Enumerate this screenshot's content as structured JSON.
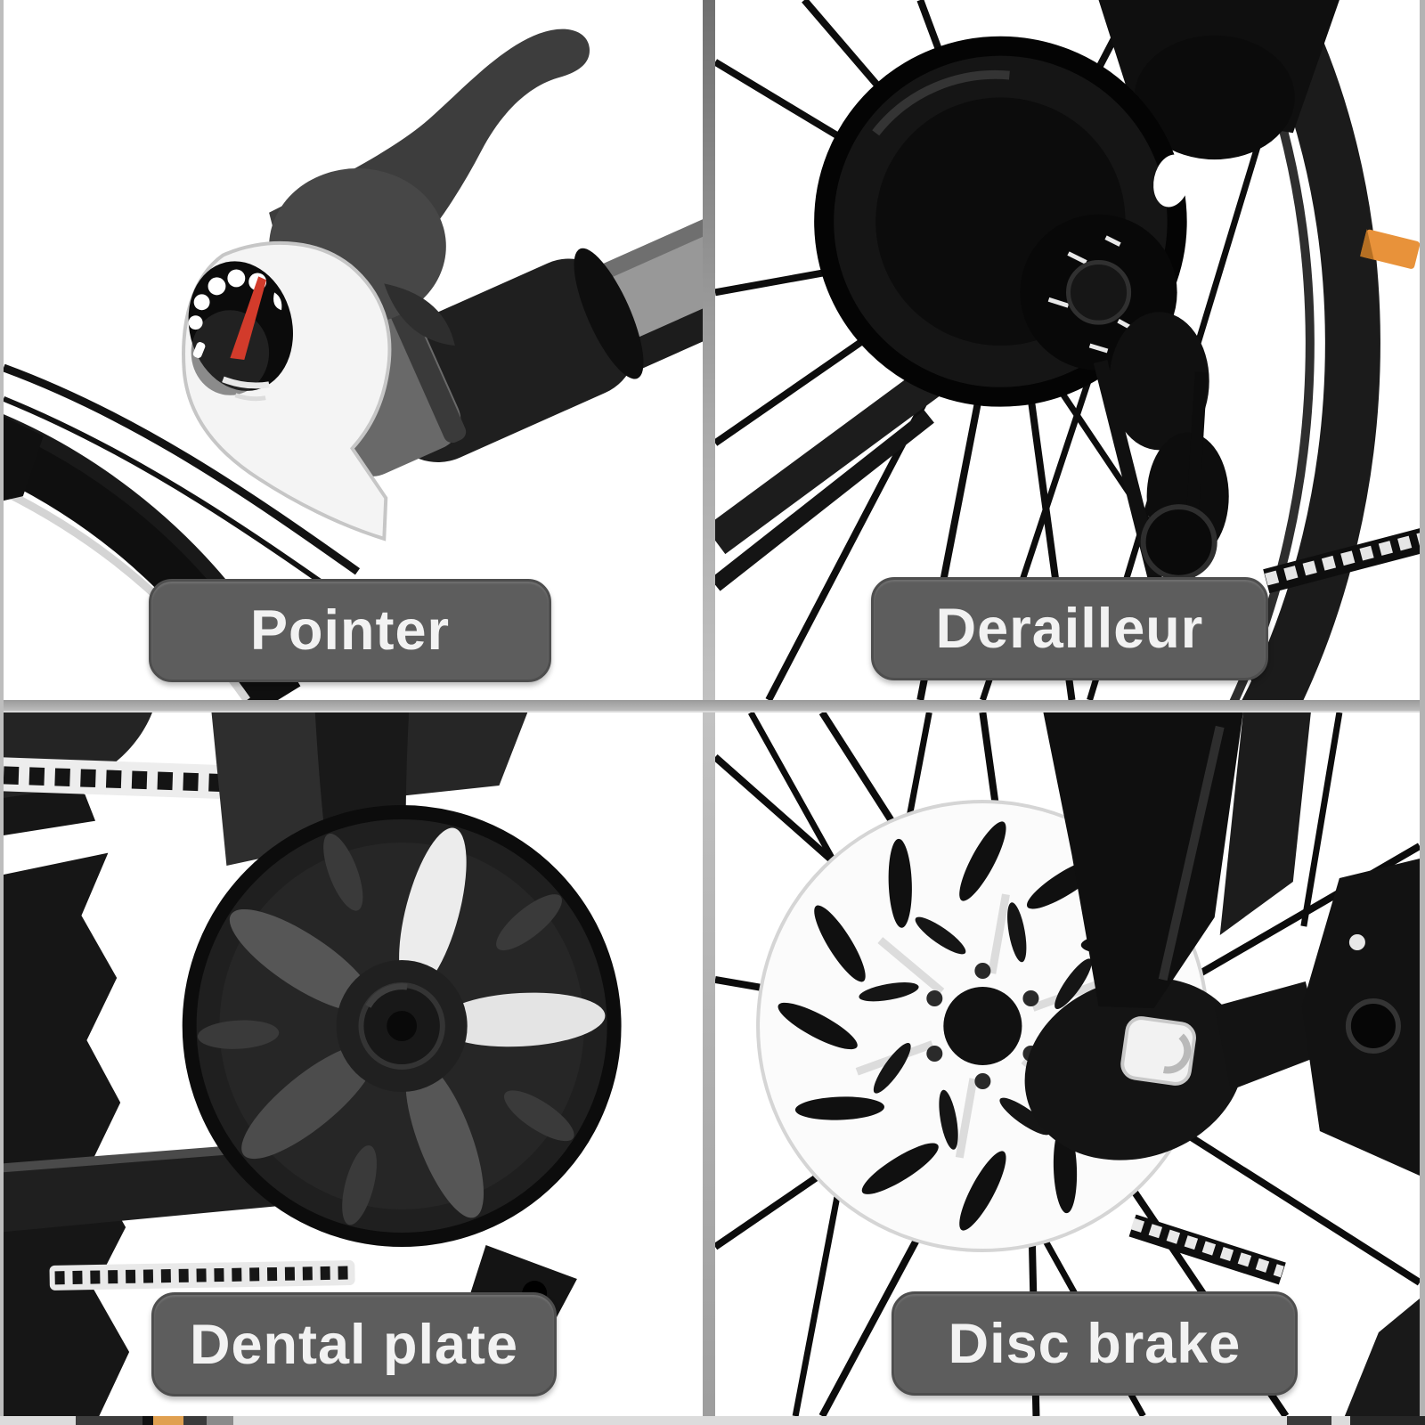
{
  "image_title": "Bicycle component details collage",
  "style": {
    "background": "#ffffff",
    "divider_color": "#aaaaaa",
    "edge_color": "#bdbdbd",
    "label_background": "#5d5d5d",
    "label_border": "#4e4e4e",
    "label_text_color": "#f2f2f2",
    "needle_red": "#d23b2b",
    "reflector_orange": "#e8923a",
    "photo_black": "#121212",
    "rotor_white": "#fbfbfb"
  },
  "panels": [
    {
      "position": "top-left",
      "label": "Pointer",
      "depicts": "gear-shifter-gauge-with-brake-lever-photo"
    },
    {
      "position": "top-right",
      "label": "Derailleur",
      "depicts": "rear-hub-cassette-derailleur-photo"
    },
    {
      "position": "bottom-left",
      "label": "Dental plate",
      "depicts": "chainring-crankset-photo"
    },
    {
      "position": "bottom-right",
      "label": "Disc brake",
      "depicts": "front-disc-brake-rotor-photo"
    }
  ]
}
